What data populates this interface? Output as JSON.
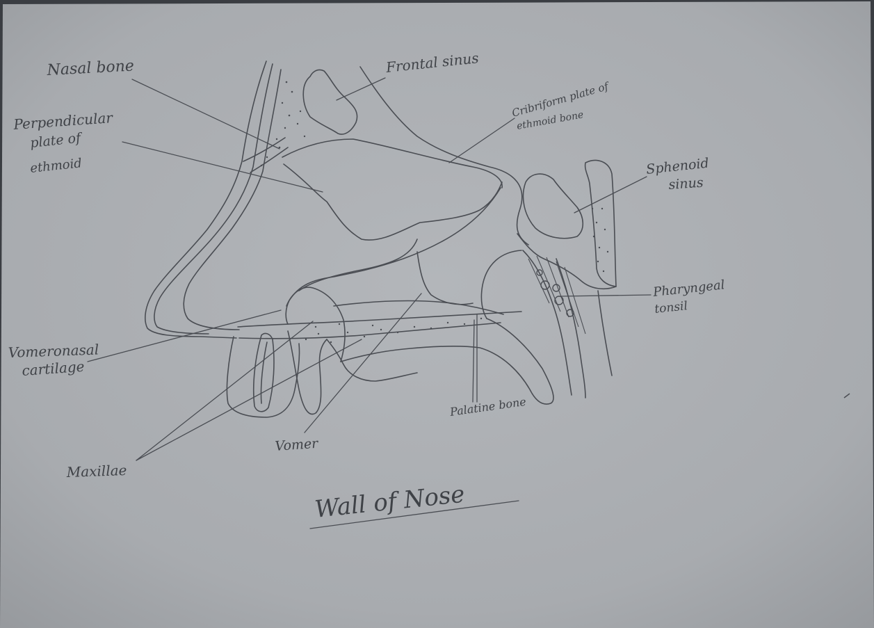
{
  "labels": {
    "nasal_bone": "Nasal bone",
    "frontal_sinus": "Frontal sinus",
    "cribriform_plate_1": "Cribriform plate of",
    "cribriform_plate_2": "ethmoid bone",
    "perpendicular_1": "Perpendicular",
    "perpendicular_2": "plate of",
    "perpendicular_3": "ethmoid",
    "sphenoid_1": "Sphenoid",
    "sphenoid_2": "sinus",
    "pharyngeal_1": "Pharyngeal",
    "pharyngeal_2": "tonsil",
    "vomeronasal_1": "Vomeronasal",
    "vomeronasal_2": "cartilage",
    "palatine_bone": "Palatine bone",
    "vomer": "Vomer",
    "maxillae": "Maxillae",
    "title": "Wall of Nose"
  },
  "colors": {
    "paper": "#adb0b4",
    "pencil": "#46494f",
    "background": "#3a3d42"
  }
}
